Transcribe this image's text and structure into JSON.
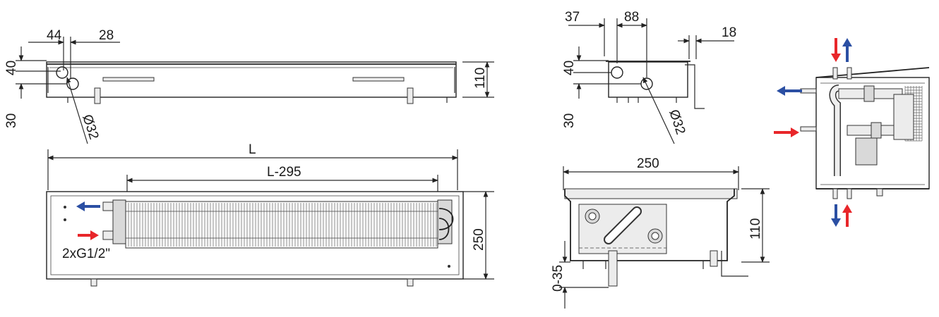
{
  "colors": {
    "supply": "#e8262a",
    "return": "#2b4fa3",
    "line": "#222222"
  },
  "front_view": {
    "dims": {
      "a": "44",
      "b": "28",
      "c": "40",
      "d": "30",
      "e": "110",
      "pipe": "Ø32"
    }
  },
  "top_view": {
    "dims": {
      "length": "L",
      "coil": "L-295",
      "width": "250"
    },
    "connection": "2xG1/2\""
  },
  "side_view": {
    "dims": {
      "a": "37",
      "b": "88",
      "c": "18",
      "d": "40",
      "e": "30",
      "pipe": "Ø32"
    }
  },
  "section_view": {
    "dims": {
      "width": "250",
      "height": "110",
      "adjust": "0-35"
    }
  },
  "detail_view": {
    "arrows": [
      "supply-down",
      "return-up",
      "return-left",
      "supply-right",
      "return-down",
      "supply-up"
    ]
  }
}
